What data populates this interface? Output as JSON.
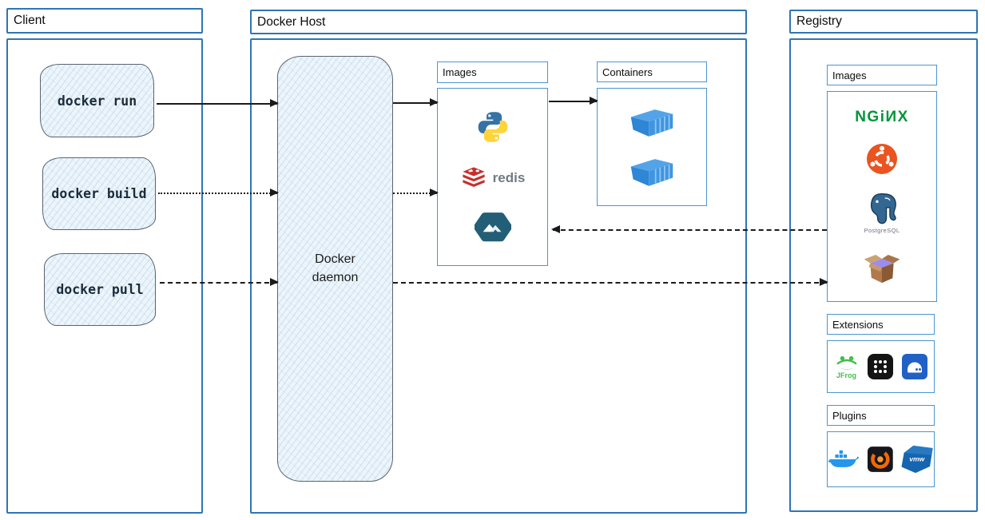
{
  "client": {
    "title": "Client",
    "commands": [
      {
        "label": "docker run"
      },
      {
        "label": "docker build"
      },
      {
        "label": "docker pull"
      }
    ]
  },
  "docker_host": {
    "title": "Docker Host",
    "daemon": {
      "label": "Docker daemon"
    },
    "images_panel": {
      "title": "Images",
      "redis_label": "redis",
      "icons": [
        "python-icon",
        "redis-icon",
        "alpine-hexagon-icon"
      ]
    },
    "containers_panel": {
      "title": "Containers",
      "icons": [
        "container-icon",
        "container-icon"
      ]
    }
  },
  "registry": {
    "title": "Registry",
    "images_panel": {
      "title": "Images",
      "nginx_label": "NGiИX",
      "postgresql_label": "PostgreSQL",
      "icons": [
        "nginx-logo",
        "ubuntu-icon",
        "postgresql-icon",
        "package-box-icon"
      ]
    },
    "extensions_panel": {
      "title": "Extensions",
      "jfrog_label": "JFrog",
      "icons": [
        "jfrog-icon",
        "apps-grid-icon",
        "disk-drive-icon"
      ]
    },
    "plugins_panel": {
      "title": "Plugins",
      "vmware_label": "vmw",
      "icons": [
        "docker-whale-icon",
        "grafana-icon",
        "vmware-icon"
      ]
    }
  },
  "arrows": [
    {
      "from": "docker-run",
      "to": "docker-daemon",
      "line": "solid"
    },
    {
      "from": "docker-build",
      "to": "docker-daemon",
      "line": "dotted"
    },
    {
      "from": "docker-pull",
      "to": "docker-daemon",
      "line": "dashed"
    },
    {
      "from": "docker-daemon",
      "to": "host-images",
      "line": "solid"
    },
    {
      "from": "docker-daemon",
      "to": "host-images",
      "line": "dotted"
    },
    {
      "from": "host-images",
      "to": "containers",
      "line": "solid"
    },
    {
      "from": "registry-images",
      "to": "host-images",
      "line": "dashed"
    },
    {
      "from": "docker-daemon",
      "to": "registry-images",
      "line": "dashed"
    }
  ],
  "colors": {
    "section_border": "#2e75b6",
    "panel_border": "#4a96d2",
    "sketch_fill": "#edf5fb",
    "sketch_border": "#5b6570",
    "arrow": "#1a1a1a",
    "nginx_green": "#009639",
    "ubuntu_orange": "#E95420",
    "postgres_blue": "#336791",
    "redis_red": "#C6302B",
    "docker_blue": "#2496ED",
    "grafana_orange": "#F46800"
  }
}
